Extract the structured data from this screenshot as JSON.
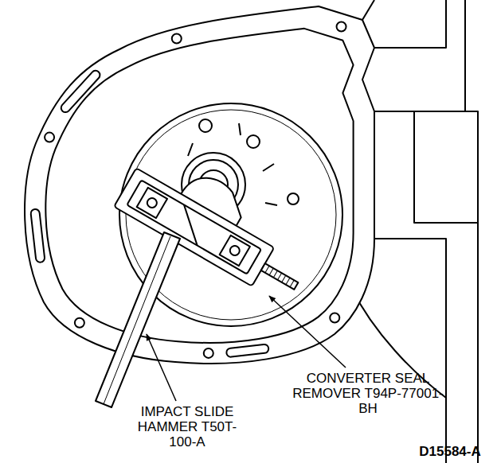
{
  "diagram": {
    "labels": [
      "IMPACT SLIDE HAMMER T50T-100-A",
      "CONVERTER SEAL REMOVER T94P-77001-BH",
      "D15584-A"
    ]
  }
}
